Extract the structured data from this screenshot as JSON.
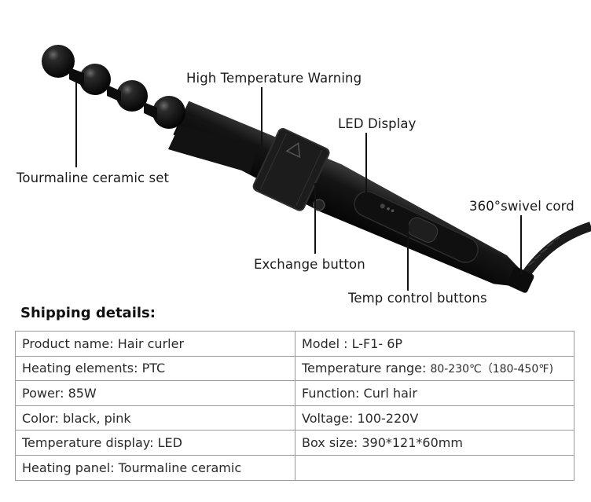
{
  "callouts": {
    "high_temp_warning": "High Temperature Warning",
    "led_display": "LED Display",
    "tourmaline_set": "Tourmaline ceramic set",
    "swivel_cord": "360°swivel cord",
    "exchange_button": "Exchange button",
    "temp_control_buttons": "Temp control buttons"
  },
  "shipping": {
    "title": "Shipping details:",
    "rows": [
      {
        "left": "Product name:  Hair curler",
        "right": "Model :  L-F1- 6P",
        "right_extra": ""
      },
      {
        "left": "Heating elements: PTC",
        "right": "Temperature range: ",
        "right_extra": "80-230℃（180-450℉)"
      },
      {
        "left": "Power: 85W",
        "right": "Function: Curl hair",
        "right_extra": ""
      },
      {
        "left": "Color: black, pink",
        "right": "Voltage: 100-220V",
        "right_extra": ""
      },
      {
        "left": "Temperature display: LED",
        "right": "Box size: 390*121*60mm",
        "right_extra": ""
      },
      {
        "left": "Heating panel: Tourmaline ceramic",
        "right": "",
        "right_extra": ""
      }
    ]
  },
  "colors": {
    "device_body": "#141414",
    "accent": "#2a2a2a",
    "border": "#9a9a9a"
  }
}
